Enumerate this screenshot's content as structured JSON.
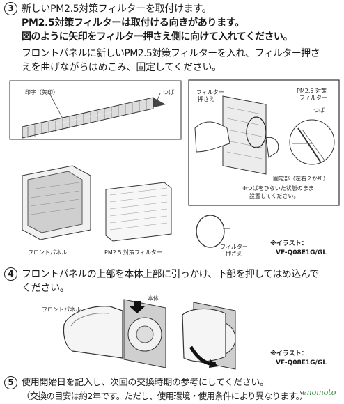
{
  "step3": {
    "number": "3",
    "line1": "新しいPM2.5対策フィルターを取付けます。",
    "line2": "PM2.5対策フィルターは取付ける向きがあります。",
    "line3": "図のように矢印をフィルター押さえ側に向けて入れてください。",
    "line4": "フロントパネルに新しいPM2.5対策フィルターを入れ、フィルター押さ",
    "line5": "えを曲げながらはめこみ、固定してください。"
  },
  "fig_a": {
    "label_print": "印字（矢印）",
    "label_tsuba": "つば",
    "label_front_panel": "フロントパネル",
    "label_pm_filter": "PM2.5 対策フィルター",
    "label_presser_1": "フィルター",
    "label_presser_2": "押さえ"
  },
  "fig_b": {
    "label_presser_1": "フィルター",
    "label_presser_2": "押さえ",
    "label_pm_1": "PM2.5 対策",
    "label_pm_2": "フィルター",
    "label_tsuba": "つば",
    "label_fixed": "固定部（左右２か所）",
    "note_1": "※つばをひらいた状態のまま",
    "note_2": "設置してください。"
  },
  "illust_note_1": {
    "line1": "※イラスト：",
    "line2": "VF-Q08E1G/GL"
  },
  "step4": {
    "number": "4",
    "line1": "フロントパネルの上部を本体上部に引っかけ、下部を押してはめ込んで",
    "line2": "ください。",
    "label_front_panel": "フロントパネル",
    "label_body": "本体"
  },
  "illust_note_2": {
    "line1": "※イラスト：",
    "line2": "VF-Q08E1G/GL"
  },
  "step5": {
    "number": "5",
    "line1": "使用開始日を記入し、次回の交換時期の参考にしてください。",
    "line2": "（交換の目安は約2年です。ただし、使用環境・使用条件により異なります。）"
  },
  "signature": "enomoto"
}
